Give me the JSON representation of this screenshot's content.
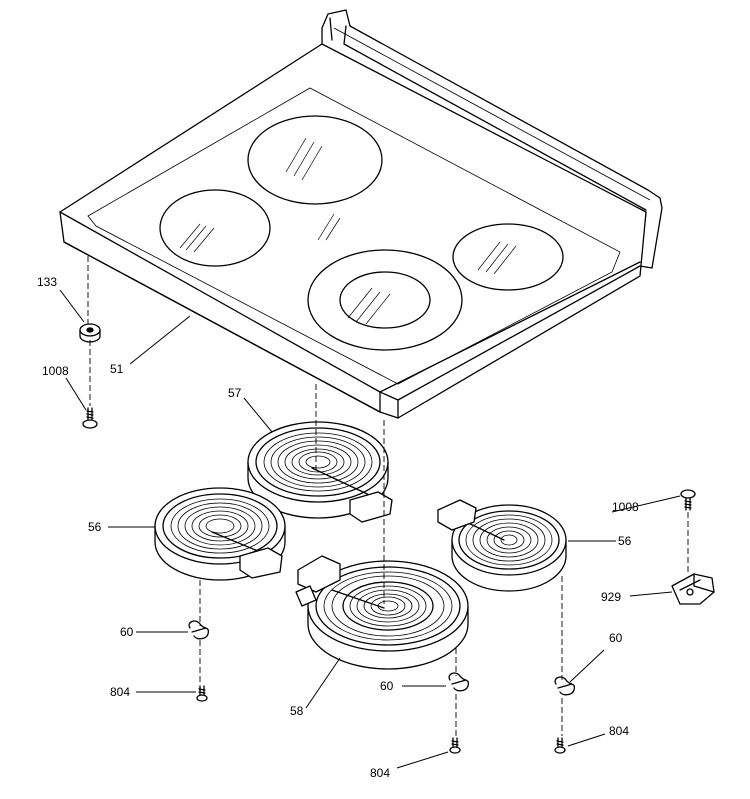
{
  "callouts": {
    "c133": "133",
    "c1008_left": "1008",
    "c51": "51",
    "c57": "57",
    "c56_left": "56",
    "c1008_right": "1008",
    "c56_right": "56",
    "c929": "929",
    "c60_left": "60",
    "c60_right": "60",
    "c60_center": "60",
    "c804_left": "804",
    "c58": "58",
    "c804_right": "804",
    "c804_bottom": "804"
  }
}
